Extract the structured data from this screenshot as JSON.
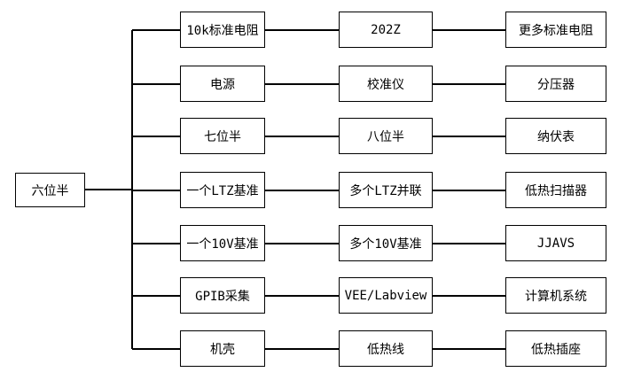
{
  "root": {
    "label": "六位半"
  },
  "rows": [
    {
      "level1": "10k标准电阻",
      "level2": "202Z",
      "level3": "更多标准电阻"
    },
    {
      "level1": "电源",
      "level2": "校准仪",
      "level3": "分压器"
    },
    {
      "level1": "七位半",
      "level2": "八位半",
      "level3": "纳伏表"
    },
    {
      "level1": "一个LTZ基准",
      "level2": "多个LTZ并联",
      "level3": "低热扫描器"
    },
    {
      "level1": "一个10V基准",
      "level2": "多个10V基准",
      "level3": "JJAVS"
    },
    {
      "level1": "GPIB采集",
      "level2": "VEE/Labview",
      "level3": "计算机系统"
    },
    {
      "level1": "机壳",
      "level2": "低热线",
      "level3": "低热插座"
    }
  ],
  "colors": {
    "line": "#000000",
    "box_fill": "#ffffff",
    "text": "#000000"
  }
}
